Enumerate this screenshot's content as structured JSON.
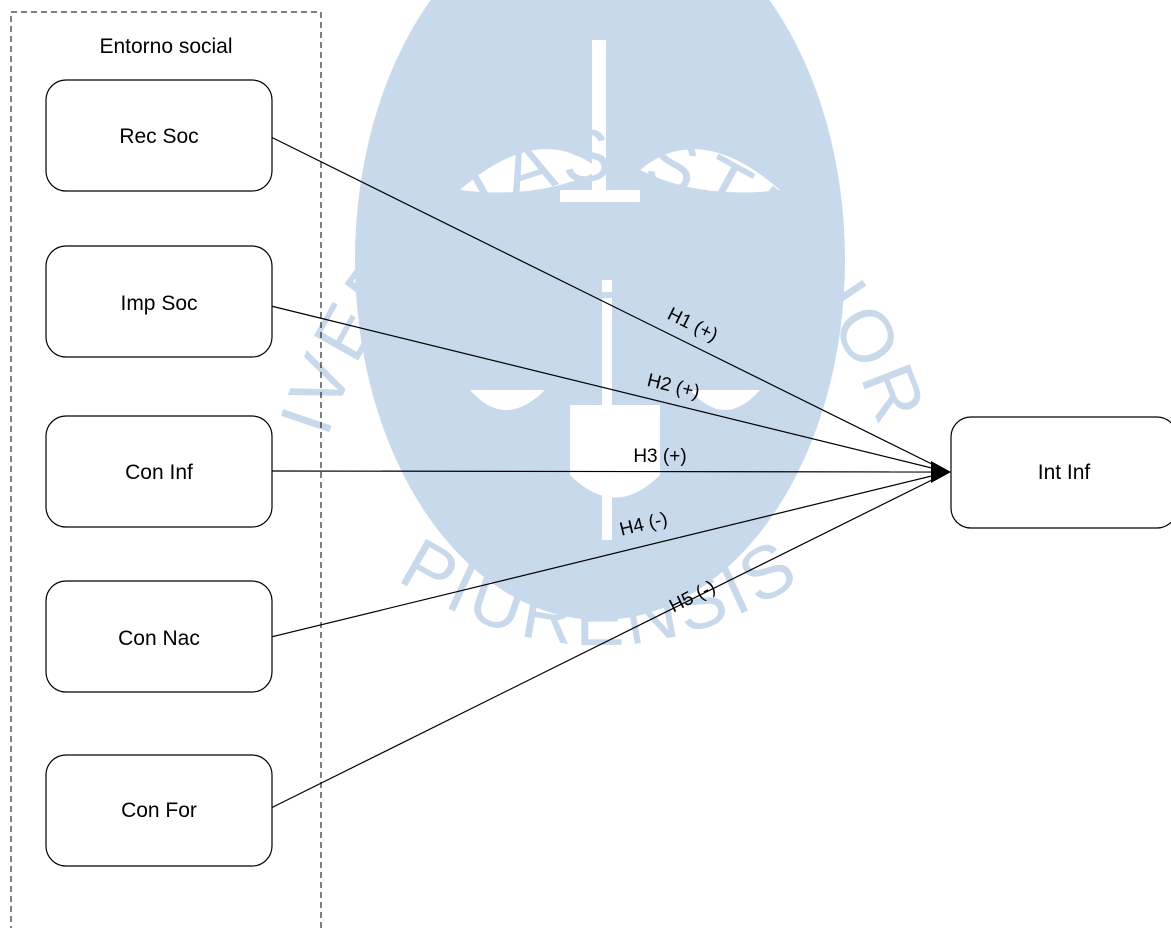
{
  "group": {
    "title": "Entorno social"
  },
  "nodes": {
    "rec_soc": "Rec Soc",
    "imp_soc": "Imp Soc",
    "con_inf": "Con Inf",
    "con_nac": "Con Nac",
    "con_for": "Con For",
    "int_inf": "Int Inf"
  },
  "edges": {
    "h1": "H1 (+)",
    "h2": "H2 (+)",
    "h3": "H3 (+)",
    "h4": "H4 (-)",
    "h5": "H5 (-)"
  },
  "watermark": {
    "top_arc": "UNIVERSITAS STUDIORUM",
    "bottom_arc": "PIURENSIS"
  },
  "colors": {
    "watermark": "#c8d9ec",
    "line": "#000000"
  }
}
